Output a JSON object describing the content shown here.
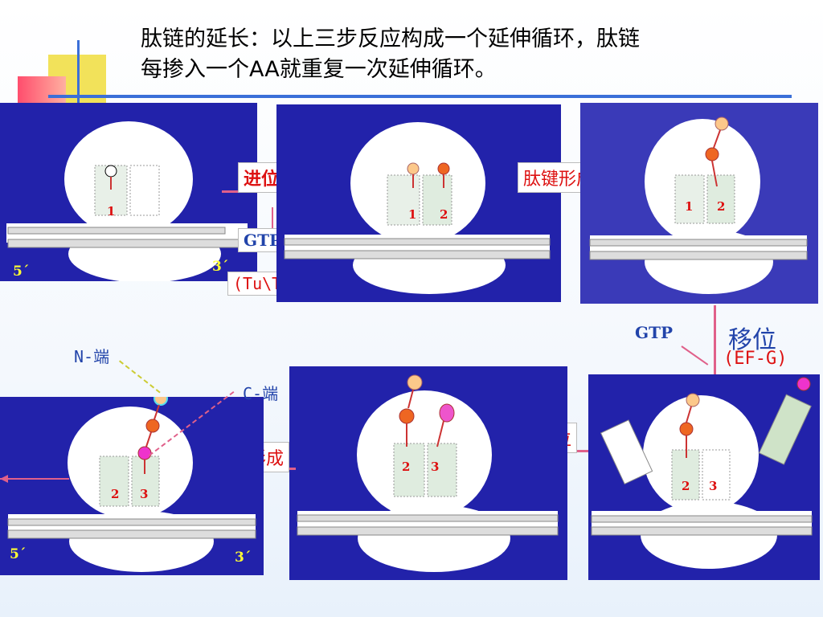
{
  "title": {
    "line1": "肽链的延长：以上三步反应构成一个延伸循环，肽链",
    "line2": "每掺入一个AA就重复一次延伸循环。"
  },
  "labels": {
    "entry_top": "进位",
    "bond_top": "肽键形成",
    "gtp_top": "GTP",
    "tu_ts": "(Tu\\Ts)",
    "gtp_right": "GTP",
    "translocation": "移位",
    "ef_g": "(EF-G)",
    "entry_bottom": "进位",
    "bond_bottom": "肽键形成",
    "n_end": "N-端",
    "c_end": "C-端"
  },
  "panels": {
    "p1": {
      "site_a": "1",
      "five_prime": "5´",
      "three_prime": "3´"
    },
    "p2": {
      "site_a": "1",
      "site_b": "2"
    },
    "p3": {
      "site_a": "1",
      "site_b": "2"
    },
    "p4": {
      "site_a": "2",
      "site_b": "3"
    },
    "p5": {
      "site_a": "2",
      "site_b": "3"
    },
    "p6": {
      "site_a": "2",
      "site_b": "3",
      "five_prime": "5´",
      "three_prime": "3´"
    }
  },
  "colors": {
    "panel_bg": "#2222aa",
    "ribosome": "#ffffff",
    "arrow_pink": "#e0608a",
    "label_red": "#dd1111",
    "label_blue": "#2244aa",
    "aa_orange": "#ee6622",
    "aa_peach": "#fcc88a",
    "aa_magenta": "#ee33cc",
    "aa_cyan": "#55ddee"
  }
}
